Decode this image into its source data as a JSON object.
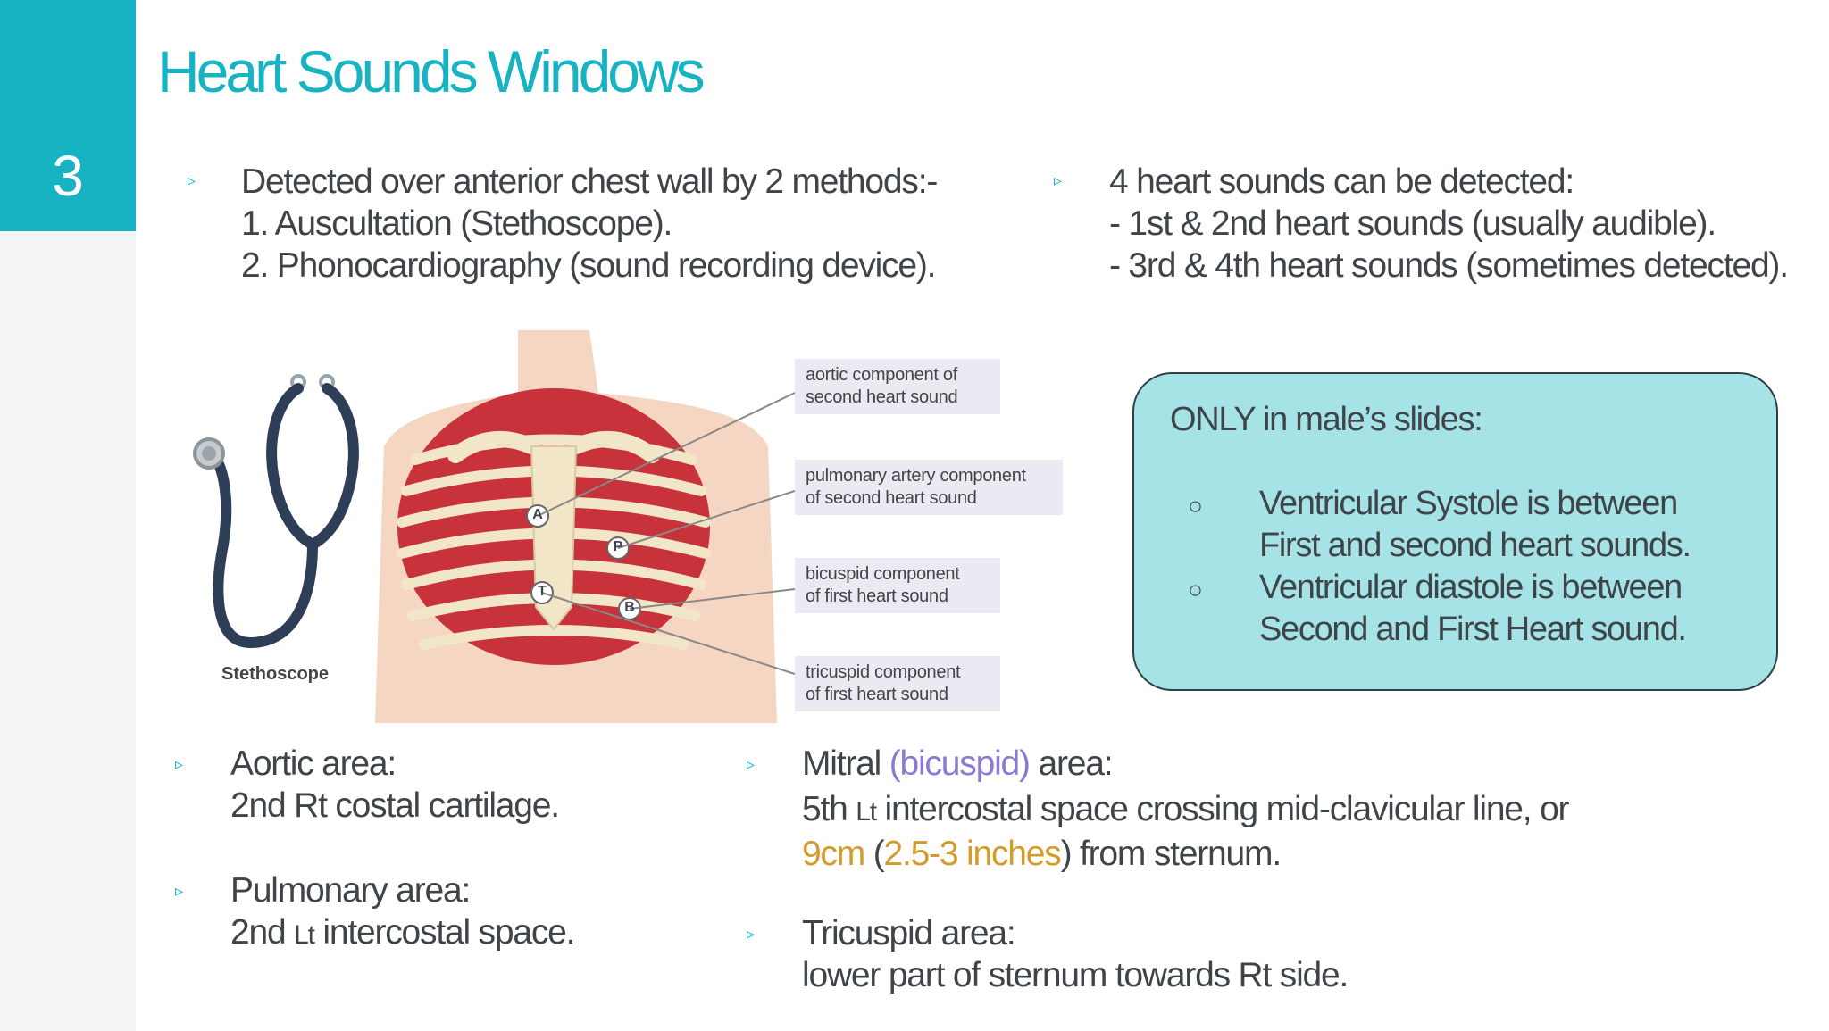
{
  "slide": {
    "number": "3",
    "title": "Heart Sounds Windows"
  },
  "methods": {
    "heading": "Detected over anterior chest wall by 2 methods:-",
    "items": [
      "1. Auscultation (Stethoscope).",
      "2. Phonocardiography (sound recording device)."
    ]
  },
  "sounds": {
    "heading": "4 heart sounds can be detected:",
    "items": [
      "- 1st & 2nd heart sounds (usually audible).",
      "- 3rd & 4th heart sounds (sometimes detected)."
    ]
  },
  "figure": {
    "stethoscope_label": "Stethoscope",
    "markers": [
      "A",
      "P",
      "T",
      "B"
    ],
    "labels": [
      [
        "aortic component of",
        "second heart sound"
      ],
      [
        "pulmonary artery component",
        "of second heart sound"
      ],
      [
        "bicuspid component",
        "of first heart sound"
      ],
      [
        "tricuspid component",
        "of first heart sound"
      ]
    ]
  },
  "male_box": {
    "title": "ONLY in male’s slides:",
    "items": [
      [
        "Ventricular Systole is between",
        "First and second heart sounds."
      ],
      [
        "Ventricular diastole is between",
        "Second and First Heart sound."
      ]
    ]
  },
  "areas": {
    "aortic_title": "Aortic area:",
    "aortic_desc": "2nd Rt costal cartilage.",
    "pulmonary_title": "Pulmonary area:",
    "pulmonary_desc_a": "2nd ",
    "pulmonary_desc_b": "Lt",
    "pulmonary_desc_c": " intercostal space.",
    "mitral_title_a": "Mitral ",
    "mitral_title_b": "(bicuspid)",
    "mitral_title_c": " area:",
    "mitral_line1_a": "5th ",
    "mitral_line1_b": "Lt",
    "mitral_line1_c": " intercostal space crossing mid-clavicular line, or",
    "mitral_line2_a": "9cm",
    "mitral_line2_b": " (",
    "mitral_line2_c": "2.5-3 inches",
    "mitral_line2_d": ") from sternum.",
    "tricuspid_title": "Tricuspid area:",
    "tricuspid_desc": "lower part of  sternum towards Rt side."
  },
  "colors": {
    "accent": "#17b3c2",
    "box_fill": "#a5e3e7",
    "purple": "#8a7ad1",
    "gold": "#d49a2a"
  },
  "icons": [
    "bullet-triangle-icon",
    "circle-bullet-icon"
  ]
}
